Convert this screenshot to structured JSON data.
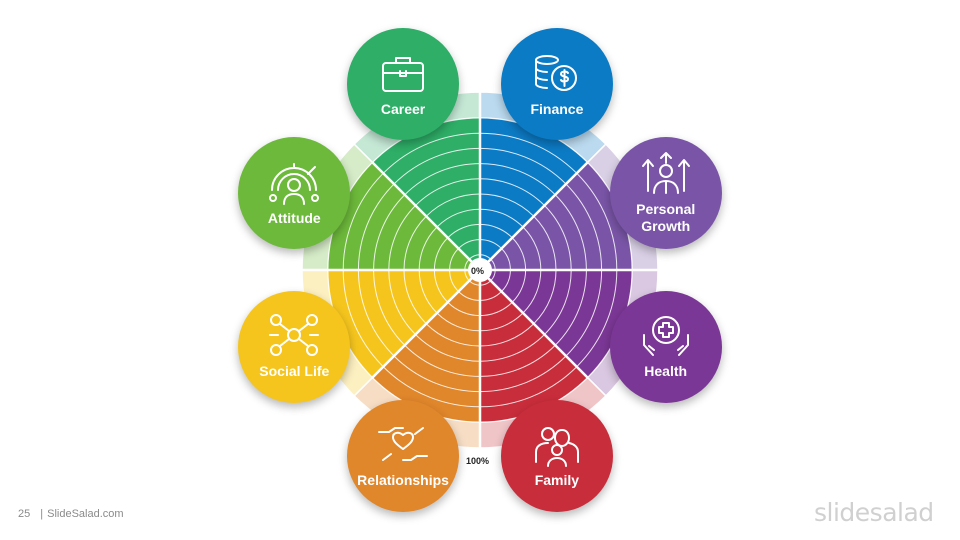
{
  "center_label": "0%",
  "outer_label": "100%",
  "segments": [
    {
      "label": "Career",
      "color": "#2eae67",
      "icon": "briefcase-icon"
    },
    {
      "label": "Finance",
      "color": "#0c7bc5",
      "icon": "coins-dollar-icon"
    },
    {
      "label": "Personal Growth",
      "color": "#7a55a7",
      "icon": "person-growth-arrows-icon"
    },
    {
      "label": "Health",
      "color": "#7b3795",
      "icon": "hands-cross-icon"
    },
    {
      "label": "Family",
      "color": "#c82d3b",
      "icon": "family-icon"
    },
    {
      "label": "Relationships",
      "color": "#e0862b",
      "icon": "handshake-heart-icon"
    },
    {
      "label": "Social Life",
      "color": "#f5c51e",
      "icon": "network-people-icon"
    },
    {
      "label": "Attitude",
      "color": "#6db93b",
      "icon": "gauge-person-icon"
    }
  ],
  "footer": {
    "page_number": "25",
    "site": "SlideSalad.com"
  },
  "brand": "slidesalad"
}
